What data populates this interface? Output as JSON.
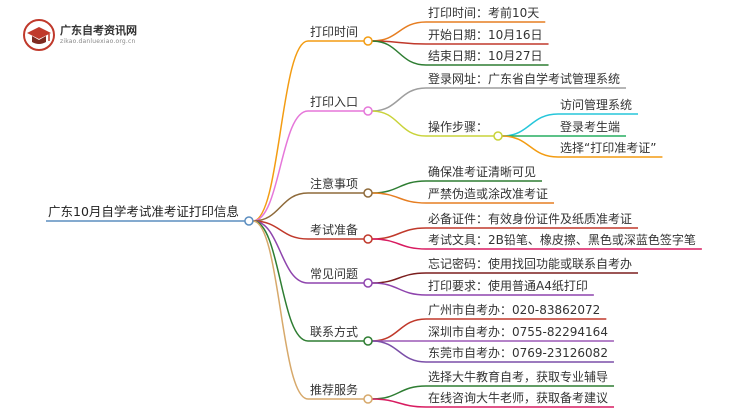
{
  "logo": {
    "title": "广东自考资讯网",
    "subtitle": "zikao.danluexiao.org.cn",
    "brand_color": "#c0392b"
  },
  "root": {
    "label": "广东10月自学考试准考证打印信息"
  },
  "branches": [
    {
      "label": "打印时间",
      "color": "#f39c12",
      "children": [
        {
          "label": "打印时间：考前10天",
          "color": "#e67e22"
        },
        {
          "label": "开始日期：10月16日",
          "color": "#c0392b"
        },
        {
          "label": "结束日期：10月27日",
          "color": "#2e7d32"
        }
      ]
    },
    {
      "label": "打印入口",
      "color": "#e577d9",
      "children": [
        {
          "label": "登录网址：广东省自学考试管理系统",
          "color": "#9e9e9e"
        },
        {
          "label": "操作步骤：",
          "color": "#c9d33a",
          "children": [
            {
              "label": "访问管理系统",
              "color": "#26c6da"
            },
            {
              "label": "登录考生端",
              "color": "#27ae60"
            },
            {
              "label": "选择“打印准考证”",
              "color": "#f39c12"
            }
          ]
        }
      ]
    },
    {
      "label": "注意事项",
      "color": "#8e6a3a",
      "children": [
        {
          "label": "确保准考证清晰可见",
          "color": "#2e7d32"
        },
        {
          "label": "严禁伪造或涂改准考证",
          "color": "#e67e22"
        }
      ]
    },
    {
      "label": "考试准备",
      "color": "#c0392b",
      "children": [
        {
          "label": "必备证件：有效身份证件及纸质准考证",
          "color": "#c0392b"
        },
        {
          "label": "考试文具：2B铅笔、橡皮擦、黑色或深蓝色签字笔",
          "color": "#d81b60"
        }
      ]
    },
    {
      "label": "常见问题",
      "color": "#8e44ad",
      "children": [
        {
          "label": "忘记密码：使用找回功能或联系自考办",
          "color": "#7b1e1e"
        },
        {
          "label": "打印要求：使用普通A4纸打印",
          "color": "#8e44ad"
        }
      ]
    },
    {
      "label": "联系方式",
      "color": "#2e7d32",
      "children": [
        {
          "label": "广州市自考办：020-83862072",
          "color": "#c0392b"
        },
        {
          "label": "深圳市自考办：0755-82294164",
          "color": "#9b59b6"
        },
        {
          "label": "东莞市自考办：0769-23126082",
          "color": "#7b4fa8"
        }
      ]
    },
    {
      "label": "推荐服务",
      "color": "#d7a96b",
      "children": [
        {
          "label": "选择大牛教育自考，获取专业辅导",
          "color": "#2e7d32"
        },
        {
          "label": "在线咨询大牛老师，获取备考建议",
          "color": "#d81b60"
        }
      ]
    }
  ]
}
